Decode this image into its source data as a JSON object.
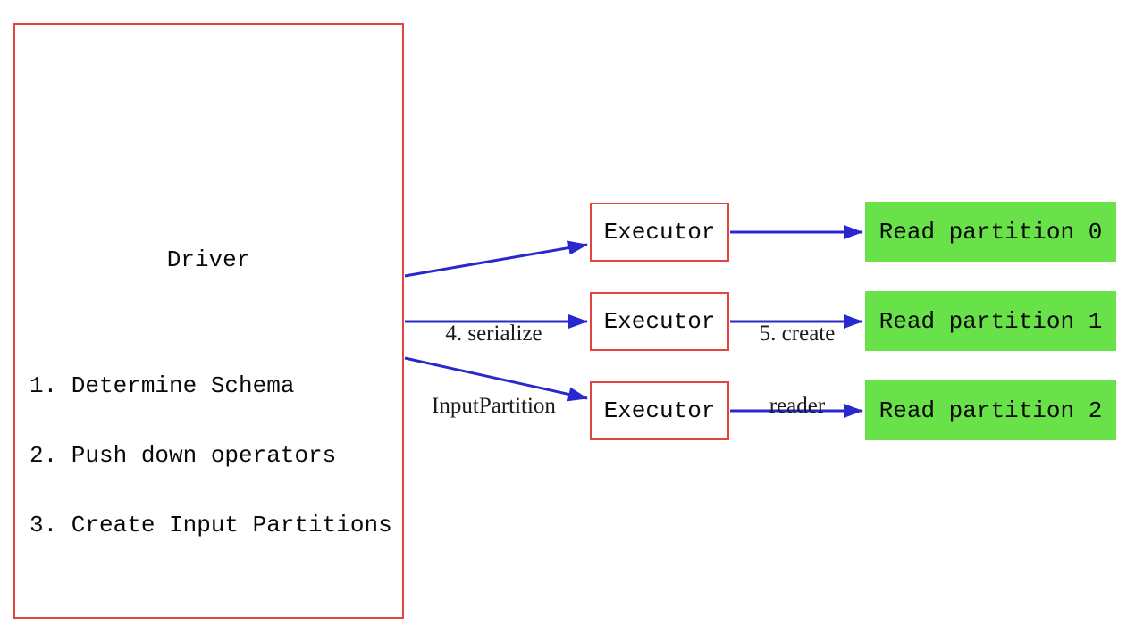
{
  "diagram": {
    "driver": {
      "title": "Driver",
      "steps": [
        "1. Determine Schema",
        "2. Push down operators",
        "3. Create Input Partitions"
      ]
    },
    "executors": [
      {
        "label": "Executor"
      },
      {
        "label": "Executor"
      },
      {
        "label": "Executor"
      }
    ],
    "partitions": [
      {
        "label": "Read partition 0"
      },
      {
        "label": "Read partition 1"
      },
      {
        "label": "Read partition 2"
      }
    ],
    "edge_labels": {
      "serialize": {
        "line1": "4. serialize",
        "line2": "InputPartition"
      },
      "create_reader": {
        "line1": "5. create",
        "line2": "reader"
      }
    },
    "colors": {
      "box_border": "#e0463f",
      "partition_fill": "#69e24a",
      "arrow": "#2828cc",
      "text": "#0a0a0a",
      "background": "#ffffff"
    }
  }
}
